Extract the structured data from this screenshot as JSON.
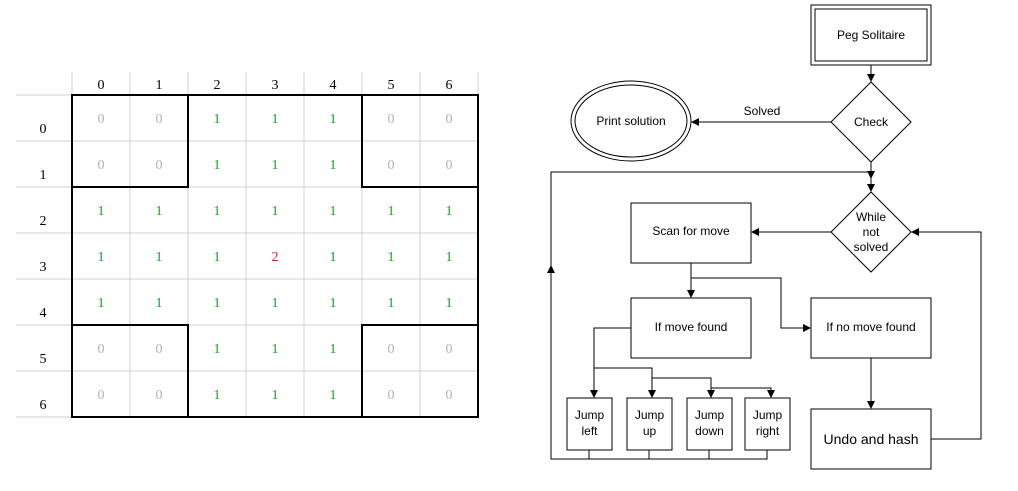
{
  "board": {
    "col_labels": [
      "0",
      "1",
      "2",
      "3",
      "4",
      "5",
      "6"
    ],
    "row_labels": [
      "0",
      "1",
      "2",
      "3",
      "4",
      "5",
      "6"
    ],
    "cells": [
      [
        "0",
        "0",
        "1",
        "1",
        "1",
        "0",
        "0"
      ],
      [
        "0",
        "0",
        "1",
        "1",
        "1",
        "0",
        "0"
      ],
      [
        "1",
        "1",
        "1",
        "1",
        "1",
        "1",
        "1"
      ],
      [
        "1",
        "1",
        "1",
        "2",
        "1",
        "1",
        "1"
      ],
      [
        "1",
        "1",
        "1",
        "1",
        "1",
        "1",
        "1"
      ],
      [
        "0",
        "0",
        "1",
        "1",
        "1",
        "0",
        "0"
      ],
      [
        "0",
        "0",
        "1",
        "1",
        "1",
        "0",
        "0"
      ]
    ],
    "colors": {
      "0": "#b3b3b3",
      "1": "#1a9e2a",
      "2": "#d42020"
    }
  },
  "flowchart": {
    "peg_solitaire": "Peg Solitaire",
    "check": "Check",
    "solved": "Solved",
    "print_solution": "Print solution",
    "while_not_solved": [
      "While",
      "not",
      "solved"
    ],
    "scan_for_move": "Scan for move",
    "if_move_found": "If move found",
    "if_no_move_found": "If no move found",
    "jump_left": [
      "Jump",
      "left"
    ],
    "jump_up": [
      "Jump",
      "up"
    ],
    "jump_down": [
      "Jump",
      "down"
    ],
    "jump_right": [
      "Jump",
      "right"
    ],
    "undo_and_hash": "Undo and hash"
  }
}
